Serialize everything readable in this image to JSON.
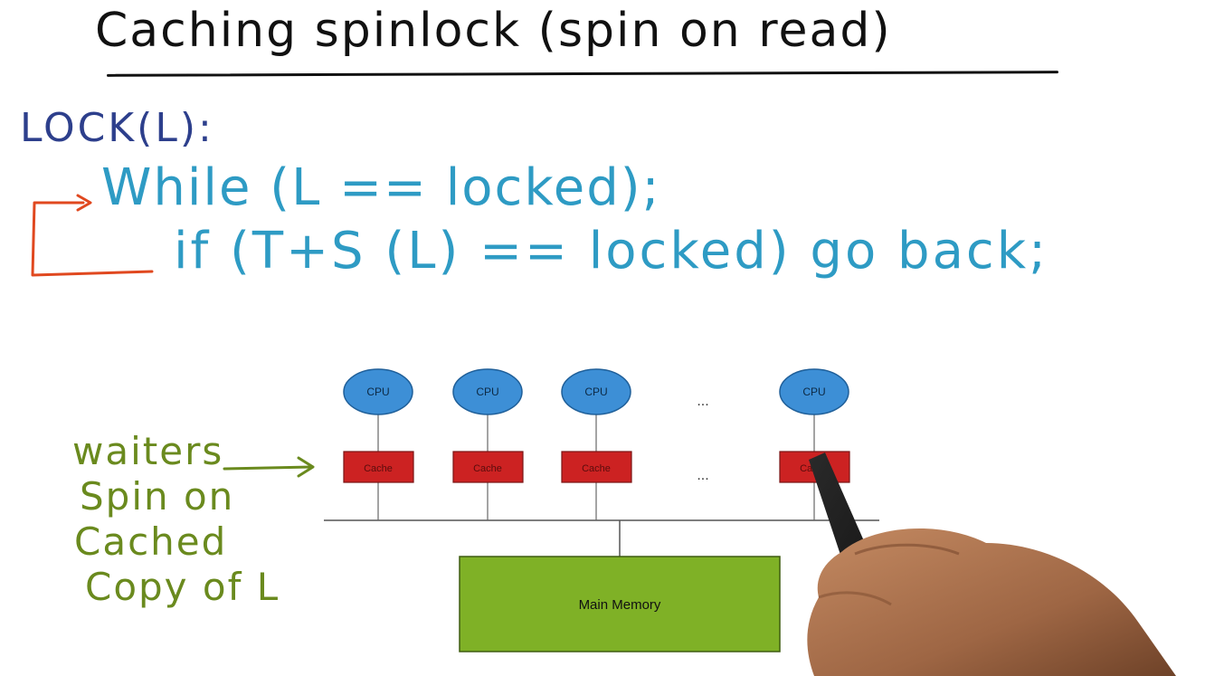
{
  "title": "Caching spinlock (spin on read)",
  "code": {
    "header": "LOCK(L):",
    "line1": "While (L == locked);",
    "line2": "if (T+S (L) == locked) go back;"
  },
  "annotation": {
    "lines": [
      "waiters",
      "Spin on",
      "Cached",
      "Copy of L"
    ]
  },
  "diagram": {
    "cpu_label": "CPU",
    "cache_label": "Cache",
    "ellipsis": "...",
    "memory_label": "Main Memory"
  },
  "colors": {
    "title": "#111111",
    "code_header": "#2d3f8c",
    "code": "#2e9bc4",
    "loop_arrow": "#e0481f",
    "annotation": "#6a8a1e",
    "cpu_fill": "#3d8fd6",
    "cache_fill": "#cc2222",
    "memory_fill": "#7fb126"
  }
}
